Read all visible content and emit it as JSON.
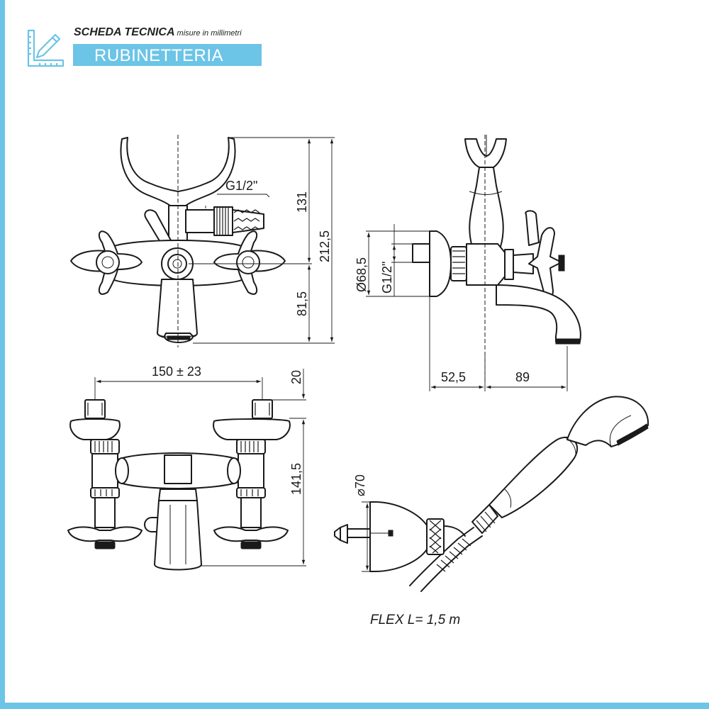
{
  "header": {
    "title": "SCHEDA TECNICA",
    "subtitle": "misure in millimetri",
    "category": "RUBINETTERIA"
  },
  "dimensions": {
    "thread_front": "G1/2\"",
    "height_131": "131",
    "height_total": "212,5",
    "height_81": "81,5",
    "diameter_68": "Ø68,5",
    "thread_side": "G1/2\"",
    "depth_52": "52,5",
    "reach_89": "89",
    "spacing": "150 ± 23",
    "top_20": "20",
    "height_141": "141,5",
    "diameter_70": "⌀70"
  },
  "caption": "FLEX L= 1,5 m",
  "colors": {
    "accent": "#6cc4e6",
    "line": "#1a1a1a"
  },
  "icons": {
    "logo": "ruler-pencil-icon"
  }
}
